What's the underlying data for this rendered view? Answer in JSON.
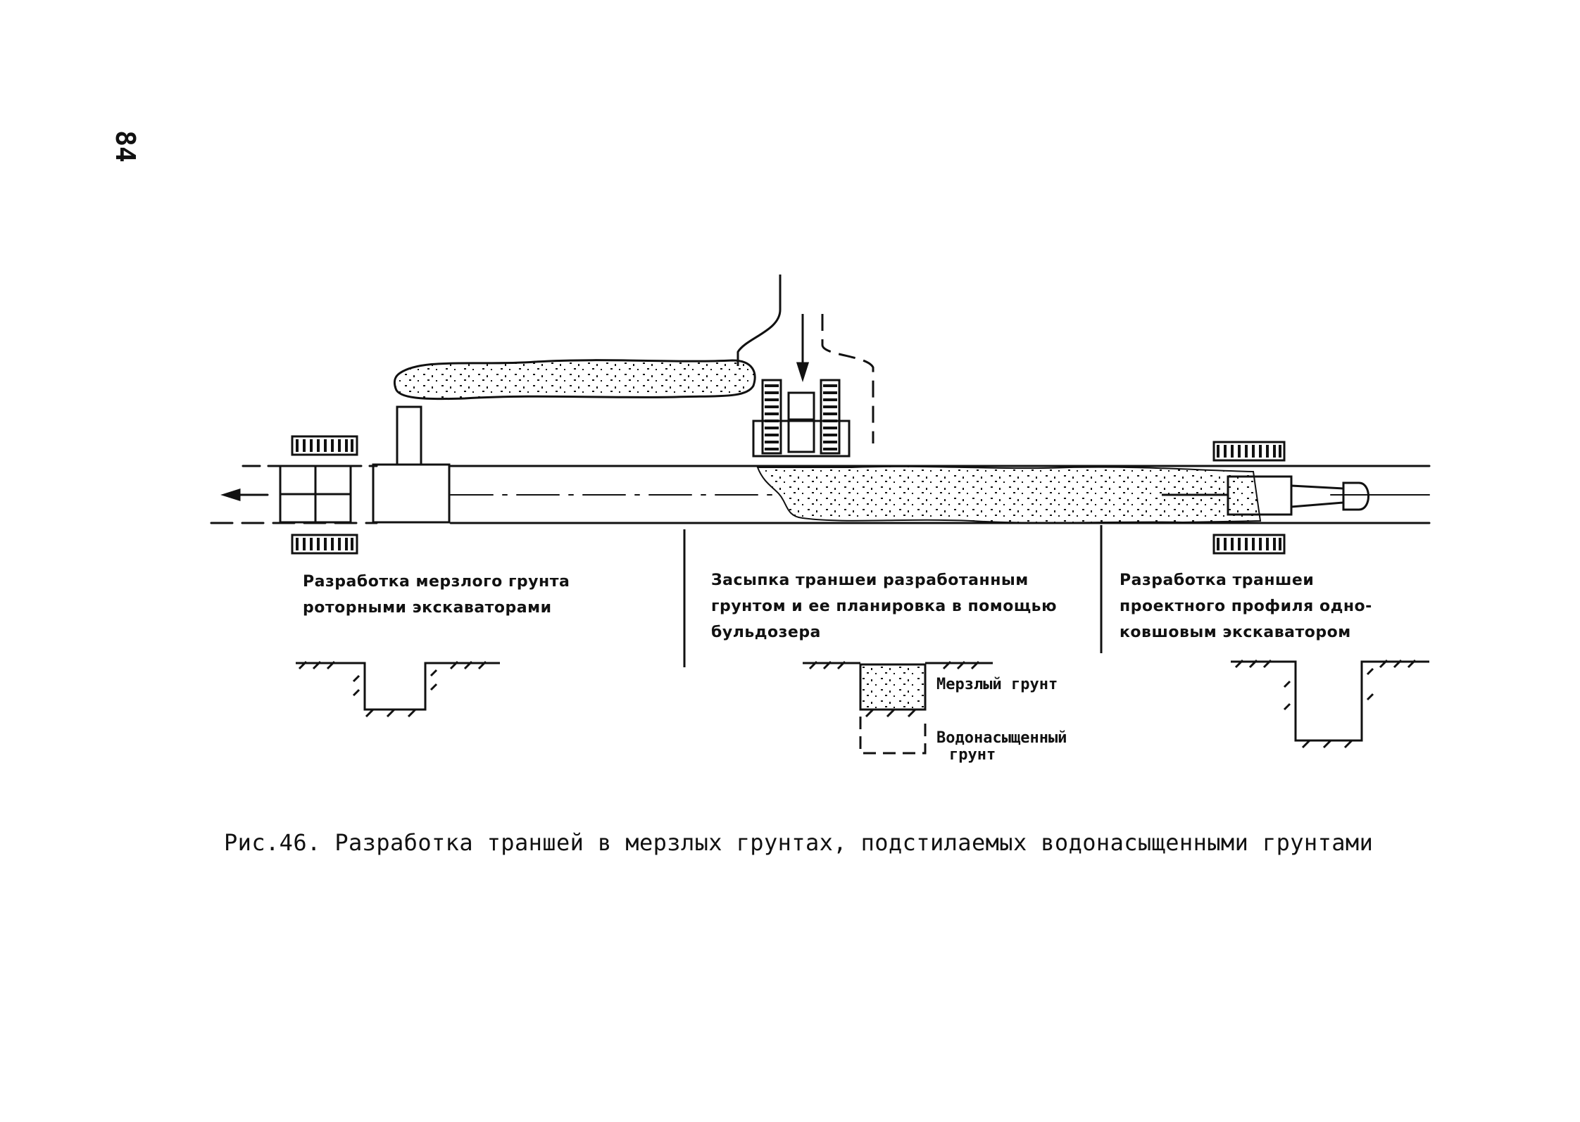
{
  "page": {
    "number": "84"
  },
  "stages": [
    {
      "id": "excavation",
      "label": "Разработка мерзлого грунта\nроторными экскаваторами"
    },
    {
      "id": "backfill",
      "label": "Засыпка траншеи разработанным\nгрунтом и ее планировка в помощью\nбульдозера"
    },
    {
      "id": "profile",
      "label": "Разработка траншеи\nпроектного профиля одно-\nковшовым экскаватором"
    }
  ],
  "legend": {
    "frozen_soil": "Мерзлый грунт",
    "saturated_soil_line1": "Водонасыщенный",
    "saturated_soil_line2": "грунт"
  },
  "caption": "Рис.46. Разработка траншей в мерзлых грунтах, подстилаемых водонасыщенными грунтами",
  "colors": {
    "ink": "#111111",
    "background": "#ffffff"
  }
}
